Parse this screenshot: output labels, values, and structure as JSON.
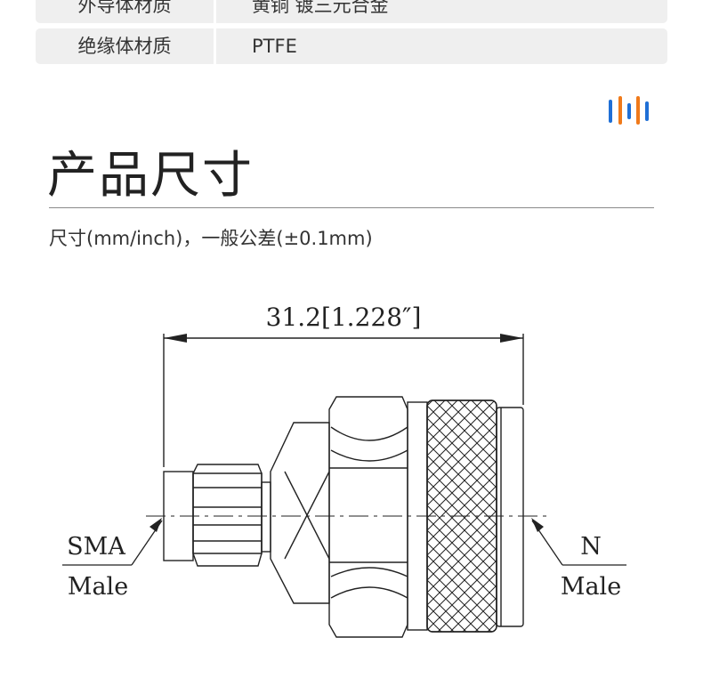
{
  "specs": [
    {
      "label": "外导体材质",
      "value": "黄铜 镀三元合金"
    },
    {
      "label": "绝缘体材质",
      "value": "PTFE"
    }
  ],
  "section": {
    "title": "产品尺寸",
    "note": "尺寸(mm/inch)，一般公差(±0.1mm)"
  },
  "drawing": {
    "dimension": "31.2[1.228″]",
    "left_end": {
      "line1": "SMA",
      "line2": "Male"
    },
    "right_end": {
      "line1": "N",
      "line2": "Male"
    }
  },
  "colors": {
    "logo_blue": "#1f6fd6",
    "logo_orange": "#f07a1a",
    "row_bg": "#efefef"
  }
}
